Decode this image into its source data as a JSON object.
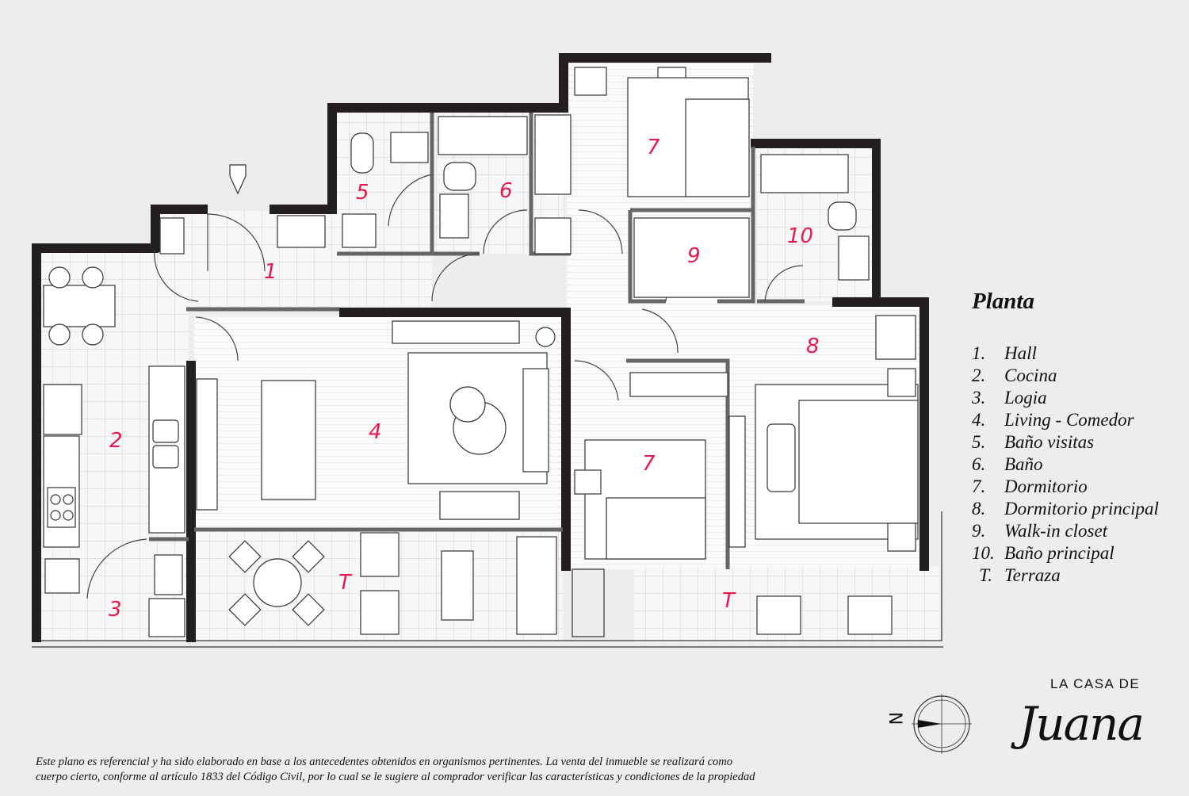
{
  "rooms": [
    {
      "id": "1",
      "label": "1"
    },
    {
      "id": "2",
      "label": "2"
    },
    {
      "id": "3",
      "label": "3"
    },
    {
      "id": "4",
      "label": "4"
    },
    {
      "id": "5",
      "label": "5"
    },
    {
      "id": "6",
      "label": "6"
    },
    {
      "id": "7a",
      "label": "7"
    },
    {
      "id": "7b",
      "label": "7"
    },
    {
      "id": "8",
      "label": "8"
    },
    {
      "id": "9",
      "label": "9"
    },
    {
      "id": "10",
      "label": "10"
    },
    {
      "id": "Ta",
      "label": "T"
    },
    {
      "id": "Tb",
      "label": "T"
    }
  ],
  "legend": {
    "title": "Planta",
    "items": [
      {
        "num": "1.",
        "label": "Hall"
      },
      {
        "num": "2.",
        "label": "Cocina"
      },
      {
        "num": "3.",
        "label": "Logia"
      },
      {
        "num": "4.",
        "label": "Living - Comedor"
      },
      {
        "num": "5.",
        "label": "Baño visitas"
      },
      {
        "num": "6.",
        "label": "Baño"
      },
      {
        "num": "7.",
        "label": "Dormitorio"
      },
      {
        "num": "8.",
        "label": "Dormitorio principal"
      },
      {
        "num": "9.",
        "label": "Walk-in closet"
      },
      {
        "num": "10.",
        "label": "Baño principal"
      },
      {
        "num": "T.",
        "label": "Terraza"
      }
    ]
  },
  "footer": {
    "line1": "Este plano es referencial y ha sido elaborado en base a los antecedentes obtenidos en organismos pertinentes.  La venta del inmueble se realizará como",
    "line2": "cuerpo cierto, conforme al artículo 1833 del Código Civil, por lo cual se le sugiere al comprador verificar las características y condiciones de la propiedad"
  },
  "logo": {
    "top": "LA CASA DE",
    "script": "Juana"
  },
  "compass": {
    "label": "N"
  },
  "colors": {
    "label": "#e8174f",
    "wall": "#231f20",
    "background": "#ededed"
  }
}
